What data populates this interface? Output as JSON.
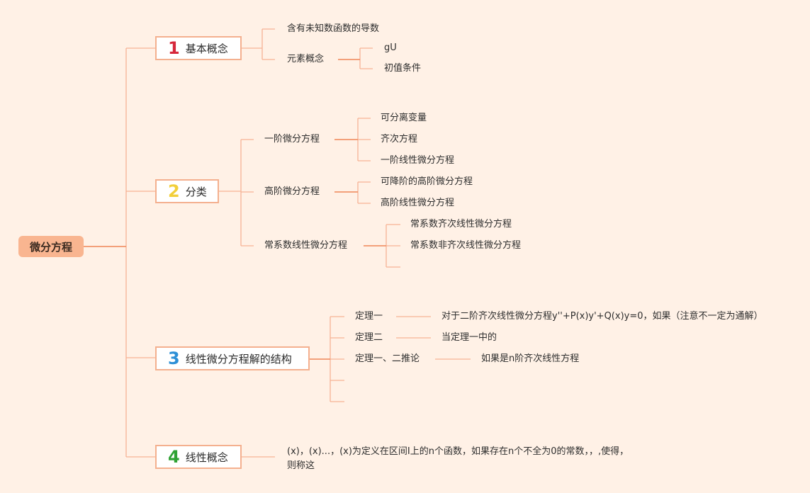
{
  "root": {
    "label": "微分方程"
  },
  "branches": [
    {
      "number": "1",
      "label": "基本概念",
      "color": "#d6283b"
    },
    {
      "number": "2",
      "label": "分类",
      "color": "#f2cf3a"
    },
    {
      "number": "3",
      "label": "线性微分方程解的结构",
      "color": "#2c8fd6"
    },
    {
      "number": "4",
      "label": "线性概念",
      "color": "#2fa234"
    }
  ],
  "b1": {
    "items": [
      "含有未知数函数的导数",
      "元素概念"
    ],
    "sub": [
      "gU",
      "初值条件"
    ]
  },
  "b2": {
    "first_order": {
      "label": "一阶微分方程",
      "items": [
        "可分离变量",
        "齐次方程",
        "一阶线性微分方程"
      ]
    },
    "higher_order": {
      "label": "高阶微分方程",
      "items": [
        "可降阶的高阶微分方程",
        "高阶线性微分方程"
      ]
    },
    "const_coef": {
      "label": "常系数线性微分方程",
      "items": [
        "常系数齐次线性微分方程",
        "常系数非齐次线性微分方程"
      ]
    }
  },
  "b3": {
    "items": [
      "定理一",
      "定理二",
      "定理一、二推论"
    ],
    "details": [
      "对于二阶齐次线性微分方程y''+P(x)y'+Q(x)y=0，如果（注意不一定为通解）",
      "当定理一中的",
      "如果是n阶齐次线性方程"
    ]
  },
  "b4": {
    "text": "(x)，(x)...，(x)为定义在区间I上的n个函数，如果存在n个不全为0的常数，，,使得，则称这"
  },
  "colors": {
    "background": "#fff1e6",
    "line": "#f6a47f",
    "root_fill": "#f9b590",
    "box_border": "#f4b08f"
  }
}
